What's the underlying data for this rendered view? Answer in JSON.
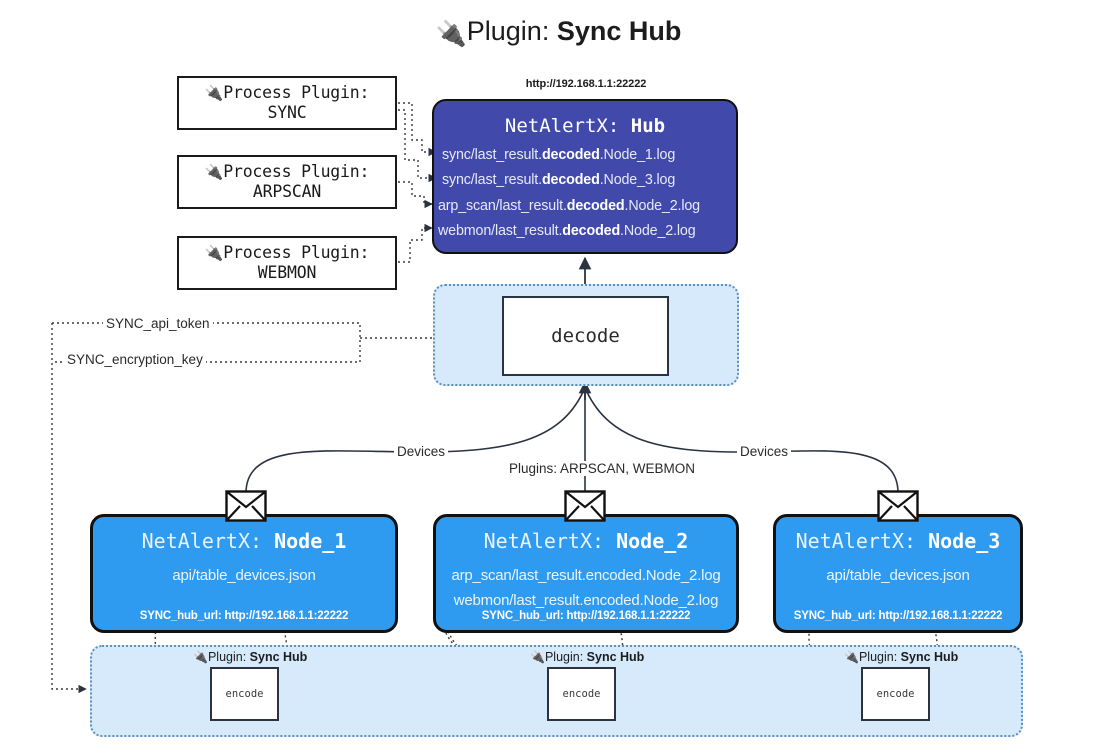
{
  "title": {
    "icon": "plug-icon",
    "prefix": "Plugin: ",
    "name": "Sync Hub"
  },
  "process_plugins": [
    {
      "icon": "plug-icon",
      "line1": "Process Plugin:",
      "line2": "SYNC"
    },
    {
      "icon": "plug-icon",
      "line1": "Process Plugin:",
      "line2": "ARPSCAN"
    },
    {
      "icon": "plug-icon",
      "line1": "Process Plugin:",
      "line2": "WEBMON"
    }
  ],
  "hub": {
    "url": "http://192.168.1.1:22222",
    "title_prefix": "NetAlertX: ",
    "title_name": "Hub",
    "logs": [
      {
        "pre": "sync/last_result.",
        "bold": "decoded",
        "post": ".Node_1.log"
      },
      {
        "pre": "sync/last_result.",
        "bold": "decoded",
        "post": ".Node_3.log"
      },
      {
        "pre": "arp_scan/last_result.",
        "bold": "decoded",
        "post": ".Node_2.log"
      },
      {
        "pre": "webmon/last_result.",
        "bold": "decoded",
        "post": ".Node_2.log"
      }
    ]
  },
  "decode": {
    "box_label": "decode"
  },
  "wire_labels": {
    "api_token": "SYNC_api_token",
    "encryption_key": "SYNC_encryption_key",
    "devices_left": "Devices",
    "devices_right": "Devices",
    "plugins_center": "Plugins: ARPSCAN, WEBMON"
  },
  "nodes": [
    {
      "title_prefix": "NetAlertX: ",
      "title_name": "Node_1",
      "lines": [
        "api/table_devices.json"
      ],
      "hub_url": "SYNC_hub_url: http://192.168.1.1:22222",
      "envelope_icon": "envelope-icon"
    },
    {
      "title_prefix": "NetAlertX: ",
      "title_name": "Node_2",
      "lines": [
        "arp_scan/last_result.encoded.Node_2.log",
        "webmon/last_result.encoded.Node_2.log"
      ],
      "hub_url": "SYNC_hub_url: http://192.168.1.1:22222",
      "envelope_icon": "envelope-icon"
    },
    {
      "title_prefix": "NetAlertX: ",
      "title_name": "Node_3",
      "lines": [
        "api/table_devices.json"
      ],
      "hub_url": "SYNC_hub_url: http://192.168.1.1:22222",
      "envelope_icon": "envelope-icon"
    }
  ],
  "encode_groups": [
    {
      "icon": "plug-icon",
      "label_prefix": "Plugin: ",
      "label_name": "Sync Hub",
      "box_label": "encode"
    },
    {
      "icon": "plug-icon",
      "label_prefix": "Plugin: ",
      "label_name": "Sync Hub",
      "box_label": "encode"
    },
    {
      "icon": "plug-icon",
      "label_prefix": "Plugin: ",
      "label_name": "Sync Hub",
      "box_label": "encode"
    }
  ],
  "colors": {
    "hub_fill": "#4149ab",
    "node_fill": "#2f9bf0",
    "region_fill": "#d7eafb",
    "region_border": "#5a8fc0",
    "stroke": "#2c3340"
  }
}
